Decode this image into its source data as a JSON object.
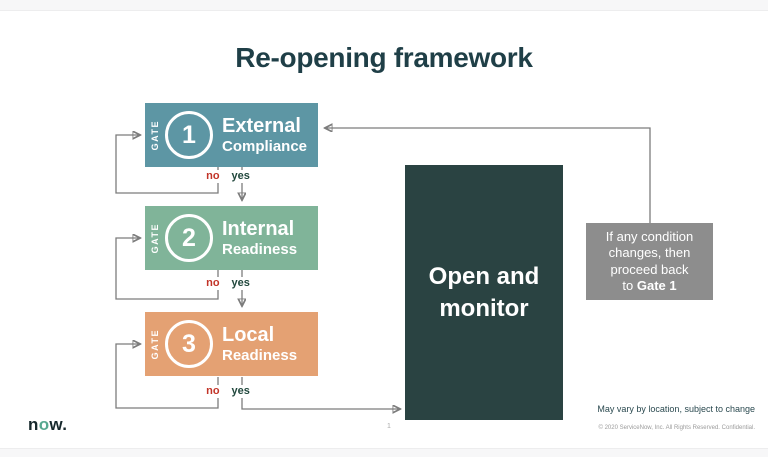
{
  "slide": {
    "title": "Re-opening framework",
    "gates": [
      {
        "badge": "GATE",
        "number": "1",
        "title": "External",
        "subtitle": "Compliance",
        "color": "#5d96a4"
      },
      {
        "badge": "GATE",
        "number": "2",
        "title": "Internal",
        "subtitle": "Readiness",
        "color": "#80b499"
      },
      {
        "badge": "GATE",
        "number": "3",
        "title": "Local",
        "subtitle": "Readiness",
        "color": "#e4a173"
      }
    ],
    "decision": {
      "no_label": "no",
      "yes_label": "yes",
      "no_color": "#c23428",
      "yes_color": "#20473c"
    },
    "monitor_box": {
      "line1": "Open and",
      "line2": "monitor",
      "color": "#2a4342"
    },
    "note_box": {
      "lines": [
        "If any condition",
        "changes, then",
        "proceed back"
      ],
      "last_prefix": "to",
      "last_bold": "Gate 1",
      "color": "#8d8d8d"
    },
    "flow": {
      "arrow_color": "#7c7c7c",
      "edges": [
        {
          "from": "Gate 1",
          "on": "no",
          "to": "Gate 1"
        },
        {
          "from": "Gate 1",
          "on": "yes",
          "to": "Gate 2"
        },
        {
          "from": "Gate 2",
          "on": "no",
          "to": "Gate 2"
        },
        {
          "from": "Gate 2",
          "on": "yes",
          "to": "Gate 3"
        },
        {
          "from": "Gate 3",
          "on": "no",
          "to": "Gate 3"
        },
        {
          "from": "Gate 3",
          "on": "yes",
          "to": "Open and monitor"
        },
        {
          "from": "Open and monitor",
          "on": "If any condition changes",
          "to": "Gate 1"
        }
      ]
    },
    "footer": {
      "logo_part1": "n",
      "logo_part2": "o",
      "logo_part3": "w.",
      "disclaimer": "May vary by location, subject to change",
      "copyright": "© 2020 ServiceNow, Inc. All Rights Reserved. Confidential.",
      "page_number": "1"
    }
  }
}
